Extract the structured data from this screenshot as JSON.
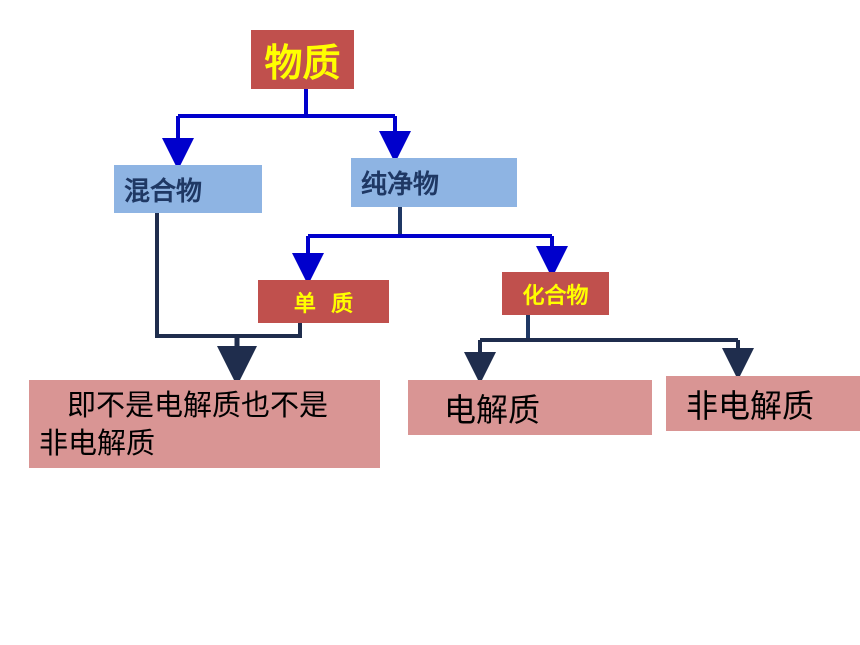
{
  "nodes": {
    "root": "物质",
    "mixture": "混合物",
    "pure": "纯净物",
    "element": "单  质",
    "compound": "化合物",
    "neither_line1": "即不是电解质也不是",
    "neither_line2": "非电解质",
    "electrolyte": "电解质",
    "non_electrolyte": "非电解质"
  },
  "colors": {
    "root_bg": "#c0504d",
    "root_text": "#ffff00",
    "blue_box": "#8eb4e3",
    "blue_text": "#1f3864",
    "pink_box": "#d99594",
    "connector_blue": "#0000cc",
    "connector_dark": "#1f2d4d"
  }
}
